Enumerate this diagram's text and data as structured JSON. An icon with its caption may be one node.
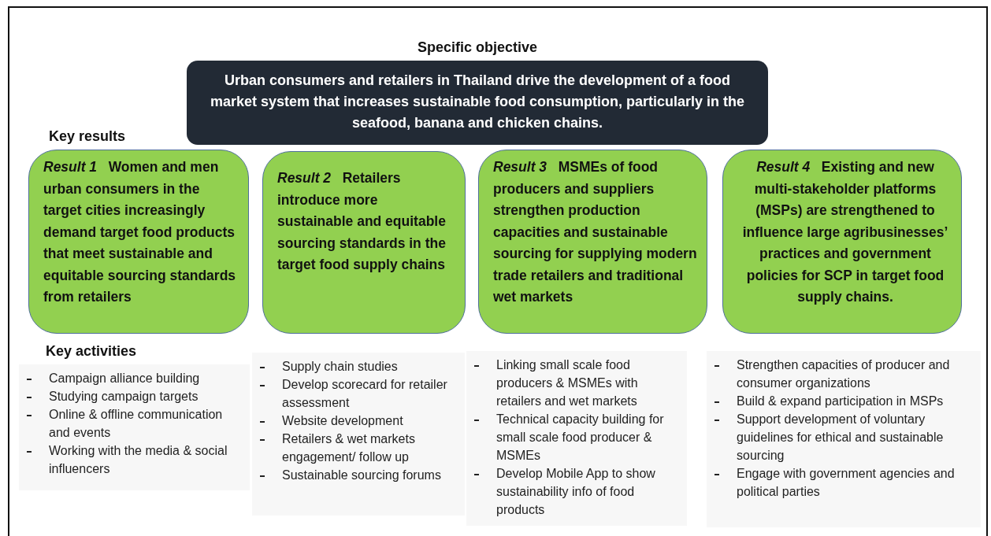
{
  "diagram": {
    "nodes": [
      {
        "text": [
          "Specific objective",
          "Urban consumers and retailers in Thailand drive the development of a food market system that increases sustainable food consumption, particularly in the seafood, banana and chicken chains."
        ]
      },
      {
        "text": [
          "*Result 1*   Women and men urban consumers in the target cities increasingly demand target food products that meet sustainable and equitable sourcing standards from retailers"
        ]
      },
      {
        "text": [
          "*Result 2*   Retailers introduce more sustainable and equitable sourcing standards in the target food supply chains"
        ]
      },
      {
        "text": [
          "*Result 3*   MSMEs of food producers and suppliers strengthen production capacities and sustainable sourcing for supplying modern trade retailers and traditional wet markets"
        ]
      },
      {
        "text": [
          "*Result 4*   Existing and new multi-stakeholder platforms (MSPs) are strengthened to influence large agribusinesses’ practices and government policies for SCP in target food supply chains."
        ]
      },
      {
        "text": [
          "Campaign alliance building",
          "Studying campaign targets",
          "Online & offline communication and events",
          "Working with the media & social influencers"
        ]
      },
      {
        "text": [
          "Supply chain studies",
          "Develop scorecard for retailer assessment",
          "Website development",
          "Retailers & wet markets engagement/ follow up",
          "Sustainable sourcing forums"
        ]
      },
      {
        "text": [
          "Linking small scale food producers & MSMEs with retailers and wet markets",
          "Technical capacity building for small scale food producer & MSMEs",
          "Develop Mobile App to show sustainability info of food products"
        ]
      },
      {
        "text": [
          "Strengthen capacities of producer and consumer organizations",
          "Build & expand participation in MSPs",
          "Support development of voluntary guidelines for ethical and sustainable sourcing",
          "Engage with government agencies and political parties"
        ]
      }
    ],
    "labels": [
      "Key results",
      "Key activities"
    ]
  }
}
